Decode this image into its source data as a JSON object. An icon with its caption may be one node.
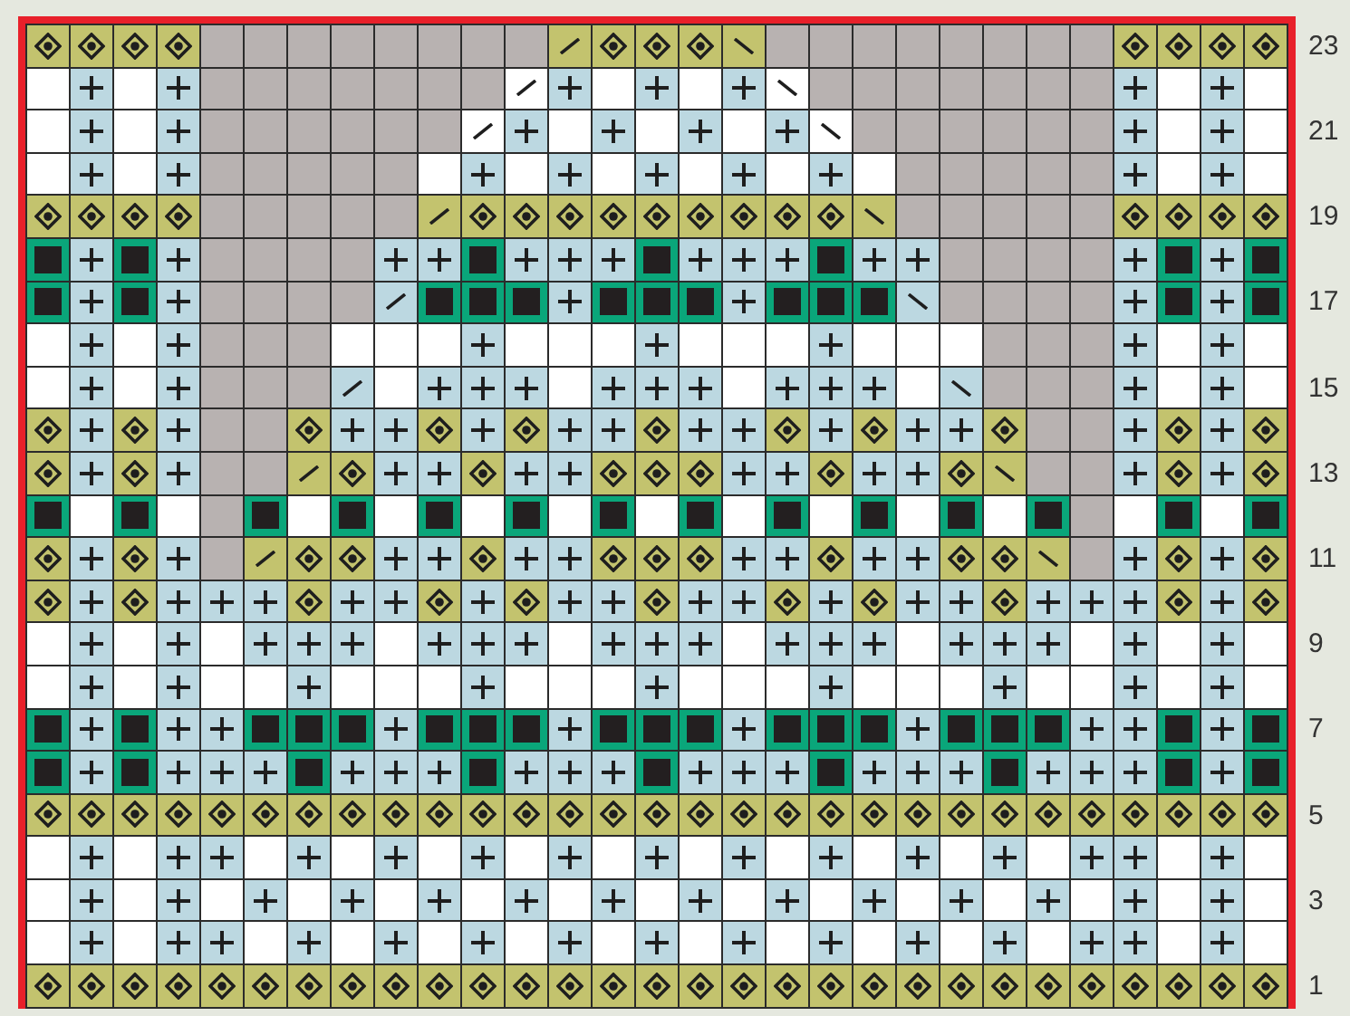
{
  "diagram": {
    "labels": [
      "23",
      "21",
      "19",
      "17",
      "15",
      "13",
      "11",
      "9",
      "7",
      "5",
      "3",
      "1"
    ]
  }
}
